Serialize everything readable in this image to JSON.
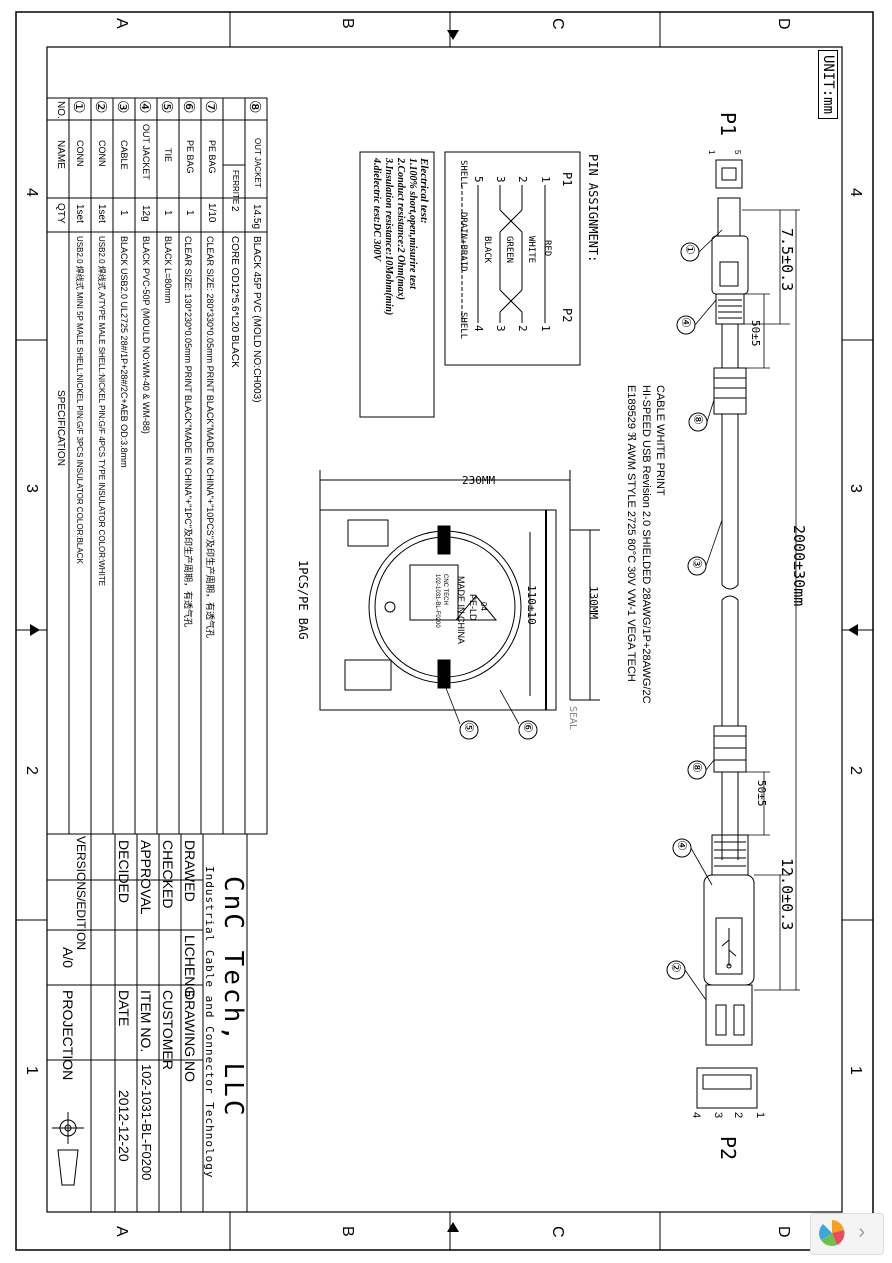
{
  "border": {
    "top_letters": [
      "A",
      "B",
      "C",
      "D"
    ],
    "bottom_letters": [
      "A",
      "B",
      "C",
      "D"
    ],
    "left_numbers": [
      "4",
      "3",
      "2",
      "1"
    ],
    "right_numbers": [
      "4",
      "3",
      "2",
      "1"
    ]
  },
  "unit": "UNIT:mm",
  "bom": {
    "headers": {
      "no": "NO.",
      "name": "NAME",
      "qty": "QTY",
      "spec": "SPECIFICATION"
    },
    "rows": [
      {
        "no": "⑧",
        "name": "FERRITE",
        "sub": "OUT JACKET",
        "qty": "2",
        "sub_qty": "14.5g",
        "spec": "CORE OD12*5.6*L20 BLACK",
        "sub_spec": "BLACK 45P PVC (MOLD NO:CH003)"
      },
      {
        "no": "⑦",
        "name": "PE BAG",
        "qty": "1/10",
        "spec": "CLEAR SIZE: 280*330*0.05mm PRINT BLACK\"MADE IN CHINA\"+\"10PCS\"及印生产周期，有透气孔"
      },
      {
        "no": "⑥",
        "name": "PE BAG",
        "qty": "1",
        "spec": "CLEAR SIZE: 130*230*0.05mm PRINT BLACK\"MADE IN CHINA\"+\"1PC\"及印生产周期，有透气孔"
      },
      {
        "no": "⑤",
        "name": "TIE",
        "qty": "1",
        "spec": "BLACK L=80mm"
      },
      {
        "no": "④",
        "name": "OUT JACKET",
        "qty": "12g",
        "spec": "BLACK PVC-50P (MOULD NO:WM-40 & WM-88)"
      },
      {
        "no": "③",
        "name": "CABLE",
        "qty": "1",
        "spec": "BLACK USB2.0 UL2725 28#/1P+28#/2C+AEB OD:3.8mm"
      },
      {
        "no": "②",
        "name": "CONN",
        "qty": "1set",
        "spec": "USB2.0 焊线式 A/TYPE MALE SHELL:NICKEL PIN:G/F 4PCS TYPE INSULATOR COLOR:WHITE"
      },
      {
        "no": "①",
        "name": "CONN",
        "qty": "1set",
        "spec": "USB2.0 焊线式 MINI 5P MALE SHELL:NICKEL PIN:G/F 3PCS INSULATOR COLOR:BLACK"
      }
    ]
  },
  "pin_assignment": {
    "title": "PIN ASSIGNMENT:",
    "p1": "P1",
    "p2": "P2",
    "wires": [
      "RED",
      "WHITE",
      "GREEN",
      "BLACK",
      "DRAIN+BRAID"
    ],
    "p1_pins": [
      "1",
      "2",
      "3",
      "5",
      "SHELL"
    ],
    "p2_pins": [
      "1",
      "2",
      "3",
      "4",
      "SHELL"
    ]
  },
  "electrical_test": {
    "title": "Electrical test:",
    "lines": [
      "1.100% short,open,misurire test",
      "2.Conduct resistance:2 Ohm(max)",
      "3.Insulation resistance:10Mohm(min)",
      "4.dielectric test:DC 300V"
    ]
  },
  "cable_print": [
    "CABLE WHITE PRINT",
    "HI-SPEED USB Revision 2.0 SHIELDED 28AWG/1P+28AWG/2C",
    "E189529 ℜ AWM STYLE 2725 80°C 30V VW-1 VEGA TECH"
  ],
  "dimensions": {
    "p1_plug": "7.5±0.3",
    "strain1": "50±5",
    "total": "2000±30mm",
    "strain2": "50±5",
    "p2_plug": "12.0±0.3",
    "bag_w": "230MM",
    "bag_h": "130MM",
    "coil": "110±10"
  },
  "bag": {
    "label": "1PCS/PE BAG",
    "seal": "SEAL",
    "logo_top": "04",
    "logo_mid": "PE-LD",
    "logo_bottom": "MADE IN CHINA",
    "sticker": [
      "102-1031-BL-F0200",
      "CNC TECH"
    ]
  },
  "connectors": {
    "p1": "P1",
    "p2": "P2",
    "p2_pins": [
      "1",
      "2",
      "3",
      "4"
    ],
    "p1_pins": [
      "1",
      "5"
    ]
  },
  "callouts": [
    "①",
    "④",
    "⑧",
    "③",
    "⑧",
    "④",
    "②",
    "⑤",
    "⑥"
  ],
  "title_block": {
    "company": "CnC Tech, LLC",
    "tagline": "Industrial Cable and Connector Technology",
    "drawed_label": "DRAWED",
    "drawed_value": "LICHENG",
    "drawing_no_label": "DRAWING NO",
    "checked_label": "CHECKED",
    "customer_label": "CUSTOMER",
    "approval_label": "APPROVAL",
    "item_no_label": "ITEM NO.",
    "item_no_value": "102-1031-BL-F0200",
    "decided_label": "DECIDED",
    "date_label": "DATE",
    "date_value": "2012-12-20",
    "version_label": "VERSIONS/EDITION",
    "version_value": "A/0",
    "projection_label": "PROJECTION"
  }
}
